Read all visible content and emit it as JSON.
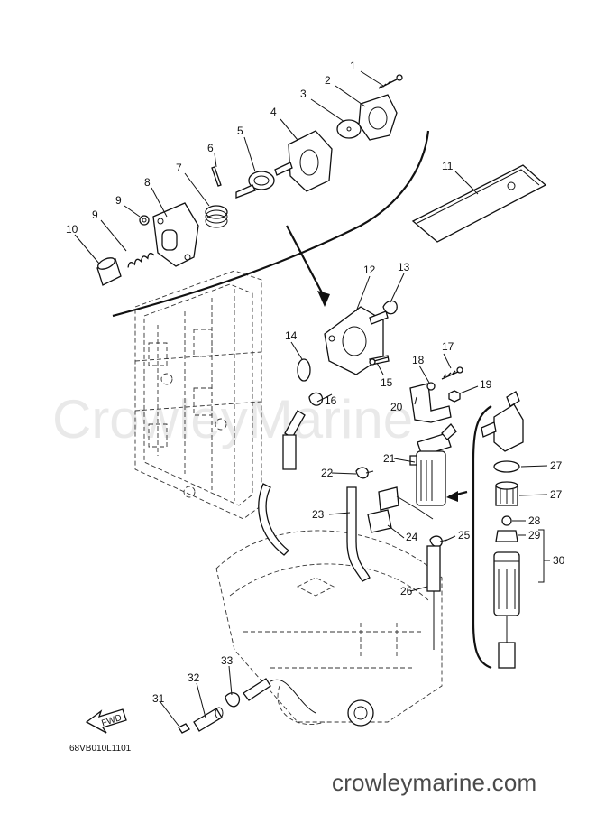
{
  "watermark_ghost": "CrowleyMarine",
  "watermark_url": "crowleymarine.com",
  "drawing_code": "68VB010L1101",
  "fwd_label": "FWD",
  "callouts": [
    "1",
    "2",
    "3",
    "4",
    "5",
    "6",
    "7",
    "8",
    "9",
    "9",
    "10",
    "11",
    "12",
    "13",
    "14",
    "15",
    "16",
    "17",
    "18",
    "19",
    "20",
    "21",
    "22",
    "23",
    "24",
    "25",
    "26",
    "27",
    "27",
    "28",
    "29",
    "30",
    "31",
    "32",
    "33"
  ]
}
